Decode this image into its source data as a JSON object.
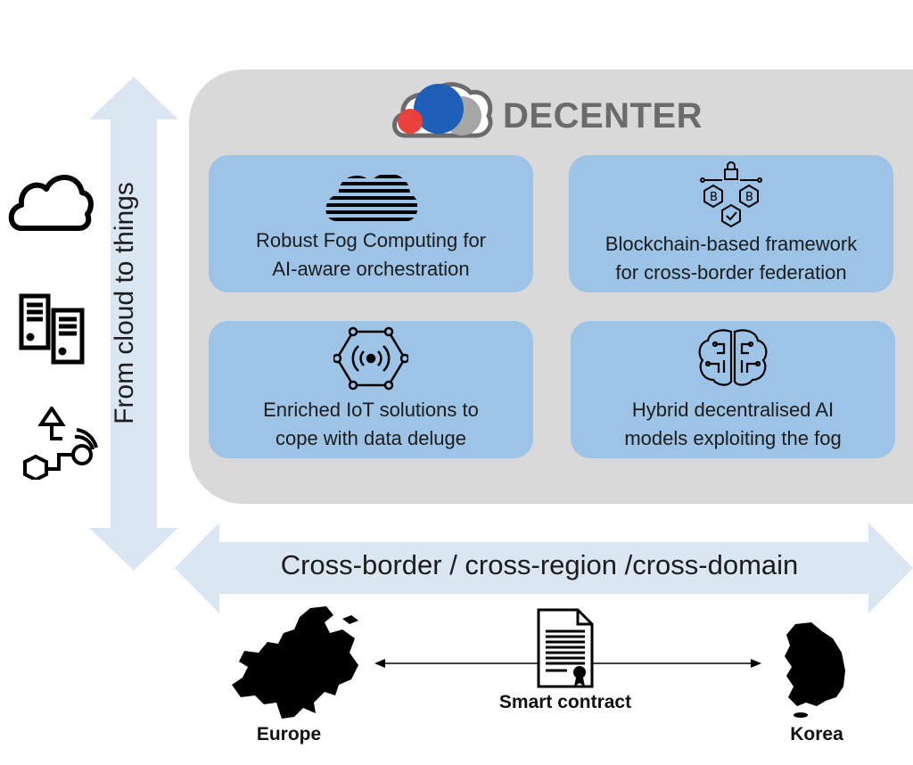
{
  "brand": {
    "name": "DECENTER"
  },
  "axes": {
    "vertical_label": "From cloud to things",
    "horizontal_label": "Cross-border / cross-region /cross-domain"
  },
  "cards": [
    {
      "icon": "fog-cloud-icon",
      "label_line1": "Robust Fog Computing for",
      "label_line2": "AI-aware  orchestration"
    },
    {
      "icon": "blockchain-icon",
      "label_line1": "Blockchain-based framework",
      "label_line2": "for cross-border federation"
    },
    {
      "icon": "iot-network-icon",
      "label_line1": "Enriched IoT solutions to",
      "label_line2": "cope with data deluge"
    },
    {
      "icon": "ai-brain-icon",
      "label_line1": "Hybrid decentralised AI",
      "label_line2": "models exploiting the fog"
    }
  ],
  "left_icons": [
    "cloud-icon",
    "servers-icon",
    "things-icon"
  ],
  "bottom": {
    "left_region": "Europe",
    "right_region": "Korea",
    "link_label": "Smart contract"
  },
  "colors": {
    "panel": "#d9d9d9",
    "card": "#9dc3e6",
    "arrow": "#dae6f2",
    "logo_blue": "#1f5fb8",
    "logo_red": "#e8423a"
  }
}
